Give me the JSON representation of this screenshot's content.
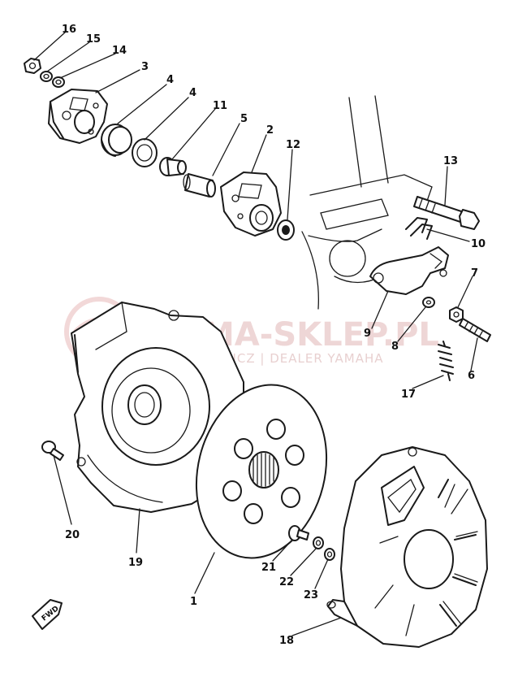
{
  "watermark": {
    "brand": "AMA-SKLEP.PL",
    "subtitle": "WÓJCHOWICZ | DEALER YAMAHA"
  },
  "direction_marker": "FWD",
  "callouts": [
    "1",
    "2",
    "3",
    "4",
    "4",
    "5",
    "6",
    "7",
    "8",
    "9",
    "10",
    "11",
    "12",
    "13",
    "14",
    "15",
    "16",
    "17",
    "18",
    "19",
    "20",
    "21",
    "22",
    "23"
  ]
}
